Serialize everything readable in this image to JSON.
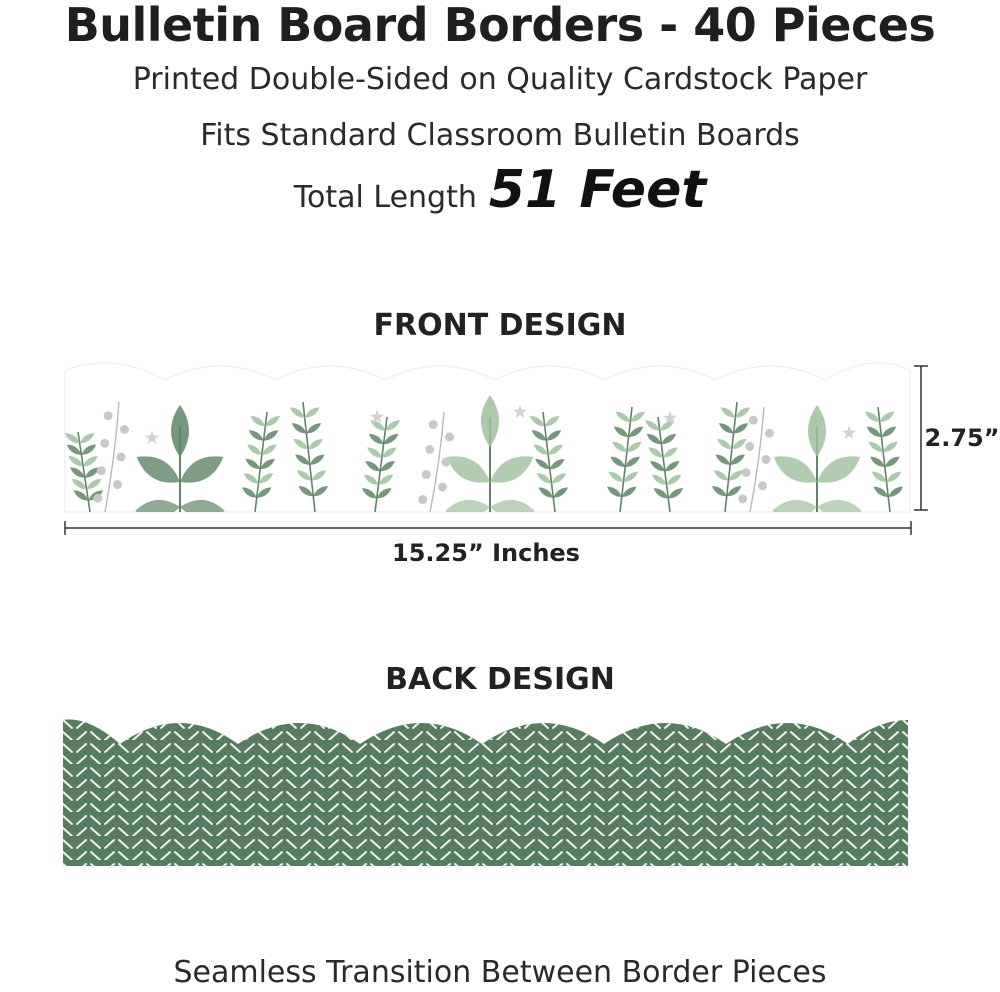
{
  "header": {
    "title": "Bulletin Board Borders - 40 Pieces",
    "line1": "Printed Double-Sided on Quality Cardstock Paper",
    "line2": "Fits Standard Classroom Bulletin Boards",
    "line3_prefix": "Total Length",
    "line3_value": "51 Feet"
  },
  "front": {
    "label": "FRONT DESIGN",
    "height_label": "2.75”",
    "width_label": "15.25” Inches"
  },
  "back": {
    "label": "BACK DESIGN"
  },
  "footer": {
    "text": "Seamless Transition Between Border Pieces"
  },
  "colors": {
    "leaf_dark": "#5e8566",
    "leaf_light": "#9fbf9d",
    "back_green": "#4e7356",
    "berry": "#c8c8c8"
  }
}
